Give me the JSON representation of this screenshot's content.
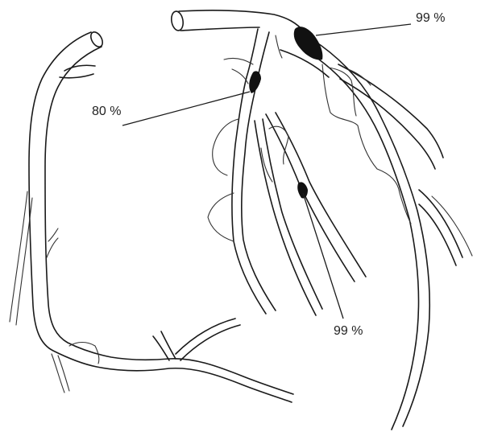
{
  "stenosis_labels": {
    "proximal_lad": "99 %",
    "left_main_branch": "80 %",
    "diagonal_branch": "99 %"
  }
}
